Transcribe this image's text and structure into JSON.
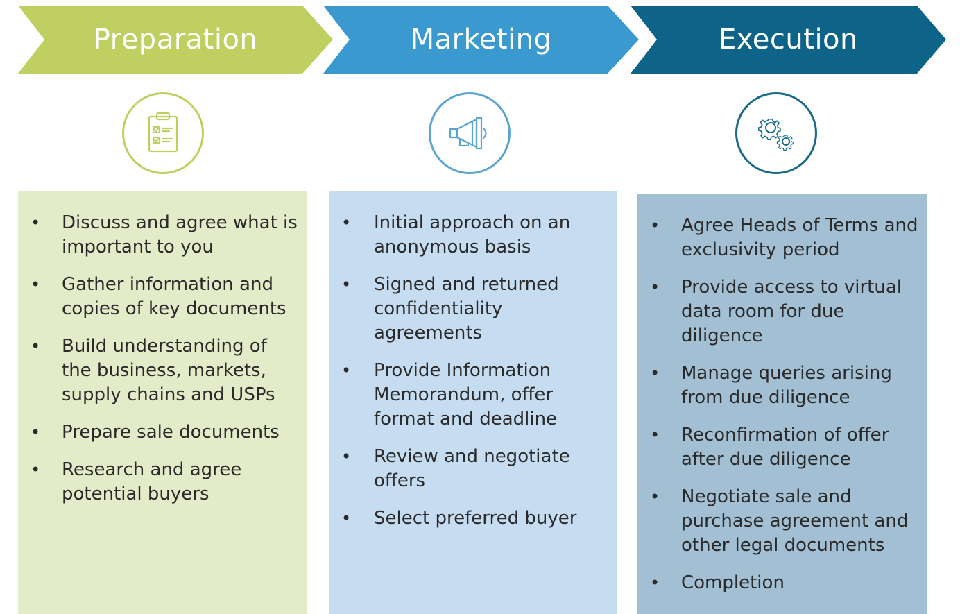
{
  "colors": {
    "preparation_chevron": "#bfd060",
    "marketing_chevron": "#3a9ad0",
    "execution_chevron": "#0d6488",
    "preparation_panel": "#e3ebc8",
    "marketing_panel": "#c6dcf0",
    "execution_panel": "#a2bfd3"
  },
  "stages": [
    {
      "title": "Preparation",
      "icon": "clipboard-checklist-icon",
      "items": [
        "Discuss and agree what is important to you",
        "Gather information  and copies of key documents",
        "Build understanding of the business, markets, supply chains and USPs",
        "Prepare sale documents",
        "Research and agree potential buyers"
      ]
    },
    {
      "title": "Marketing",
      "icon": "megaphone-icon",
      "items": [
        "Initial approach on an anonymous basis",
        "Signed and returned confidentiality agreements",
        "Provide Information Memorandum, offer format and deadline",
        "Review and negotiate offers",
        "Select preferred buyer"
      ]
    },
    {
      "title": "Execution",
      "icon": "gears-icon",
      "items": [
        "Agree Heads of Terms and exclusivity period",
        "Provide access to virtual data room for due diligence",
        "Manage queries arising from due diligence",
        "Reconfirmation of offer after due diligence",
        "Negotiate sale and purchase agreement and other legal documents",
        "Completion"
      ]
    }
  ],
  "bullet_char": "•"
}
